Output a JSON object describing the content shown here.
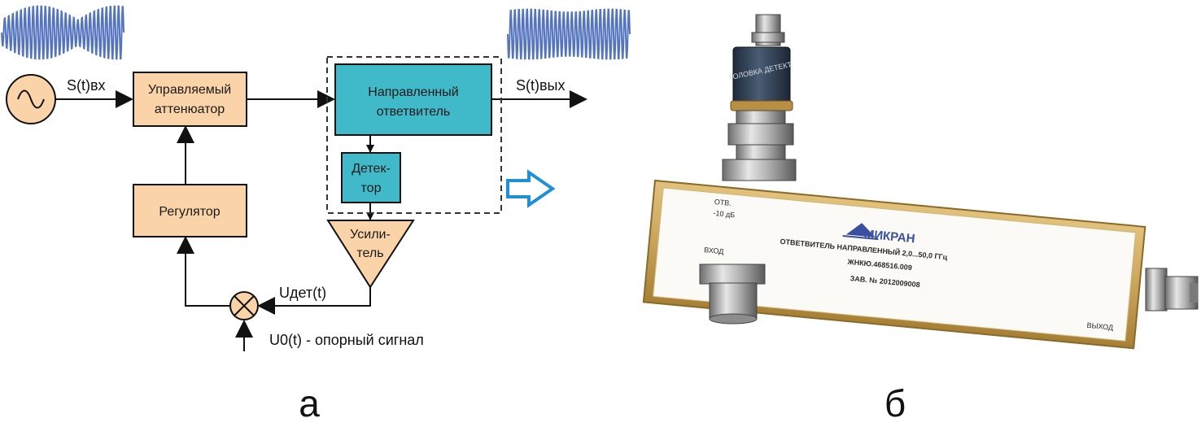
{
  "diagram": {
    "nodes": {
      "attenuator": {
        "line1": "Управляемый",
        "line2": "аттенюатор"
      },
      "coupler": {
        "line1": "Направленный",
        "line2": "ответвитель"
      },
      "detector": {
        "line1": "Детек-",
        "line2": "тор"
      },
      "regulator": {
        "label": "Регулятор"
      },
      "amplifier": {
        "line1": "Усили-",
        "line2": "тель"
      }
    },
    "signals": {
      "input": "S(t)вх",
      "output": "S(t)вых",
      "detected": "Uдет(t)",
      "reference": "U0(t) - опорный сигнал"
    },
    "caption": "а"
  },
  "photo": {
    "caption": "б",
    "brand": "МИКРАН",
    "port_tap_line1": "ОТВ.",
    "port_tap_line2": "-10 дБ",
    "port_input": "ВХОД",
    "port_output": "ВЫХОД",
    "product_name": "ОТВЕТВИТЕЛЬ НАПРАВЛЕННЫЙ 2,0...50,0 ГГц",
    "product_code": "ЖНКЮ.468516.009",
    "serial": "ЗАВ. № 2012009008",
    "detector_label": "ГОЛОВКА ДЕТЕКТ."
  },
  "colors": {
    "orange_box": "#fbd3a8",
    "teal_box": "#40b9c8",
    "signal_wave": "#5574c0",
    "arrow_blue": "#1e90d6",
    "brass": "#c9a35a"
  }
}
